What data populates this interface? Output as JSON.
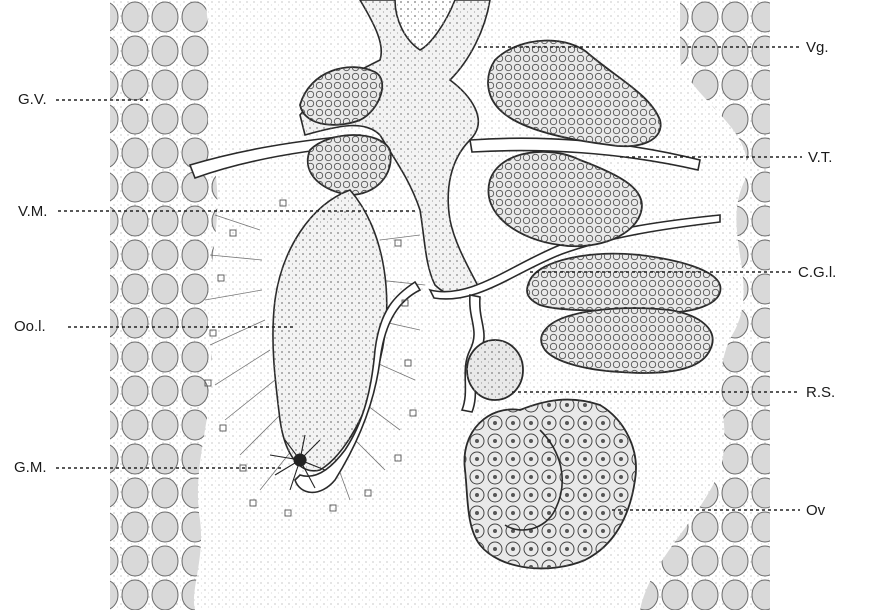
{
  "labels": {
    "gv": "G.V.",
    "vm": "V.M.",
    "ool": "Oo.l.",
    "gm": "G.M.",
    "vg": "Vg.",
    "vt": "V.T.",
    "cgl": "C.G.l.",
    "rs": "R.S.",
    "ov": "Ov"
  },
  "colors": {
    "ink": "#2a2a2a",
    "paper": "#ffffff",
    "stipple": "#9a9a9a"
  }
}
